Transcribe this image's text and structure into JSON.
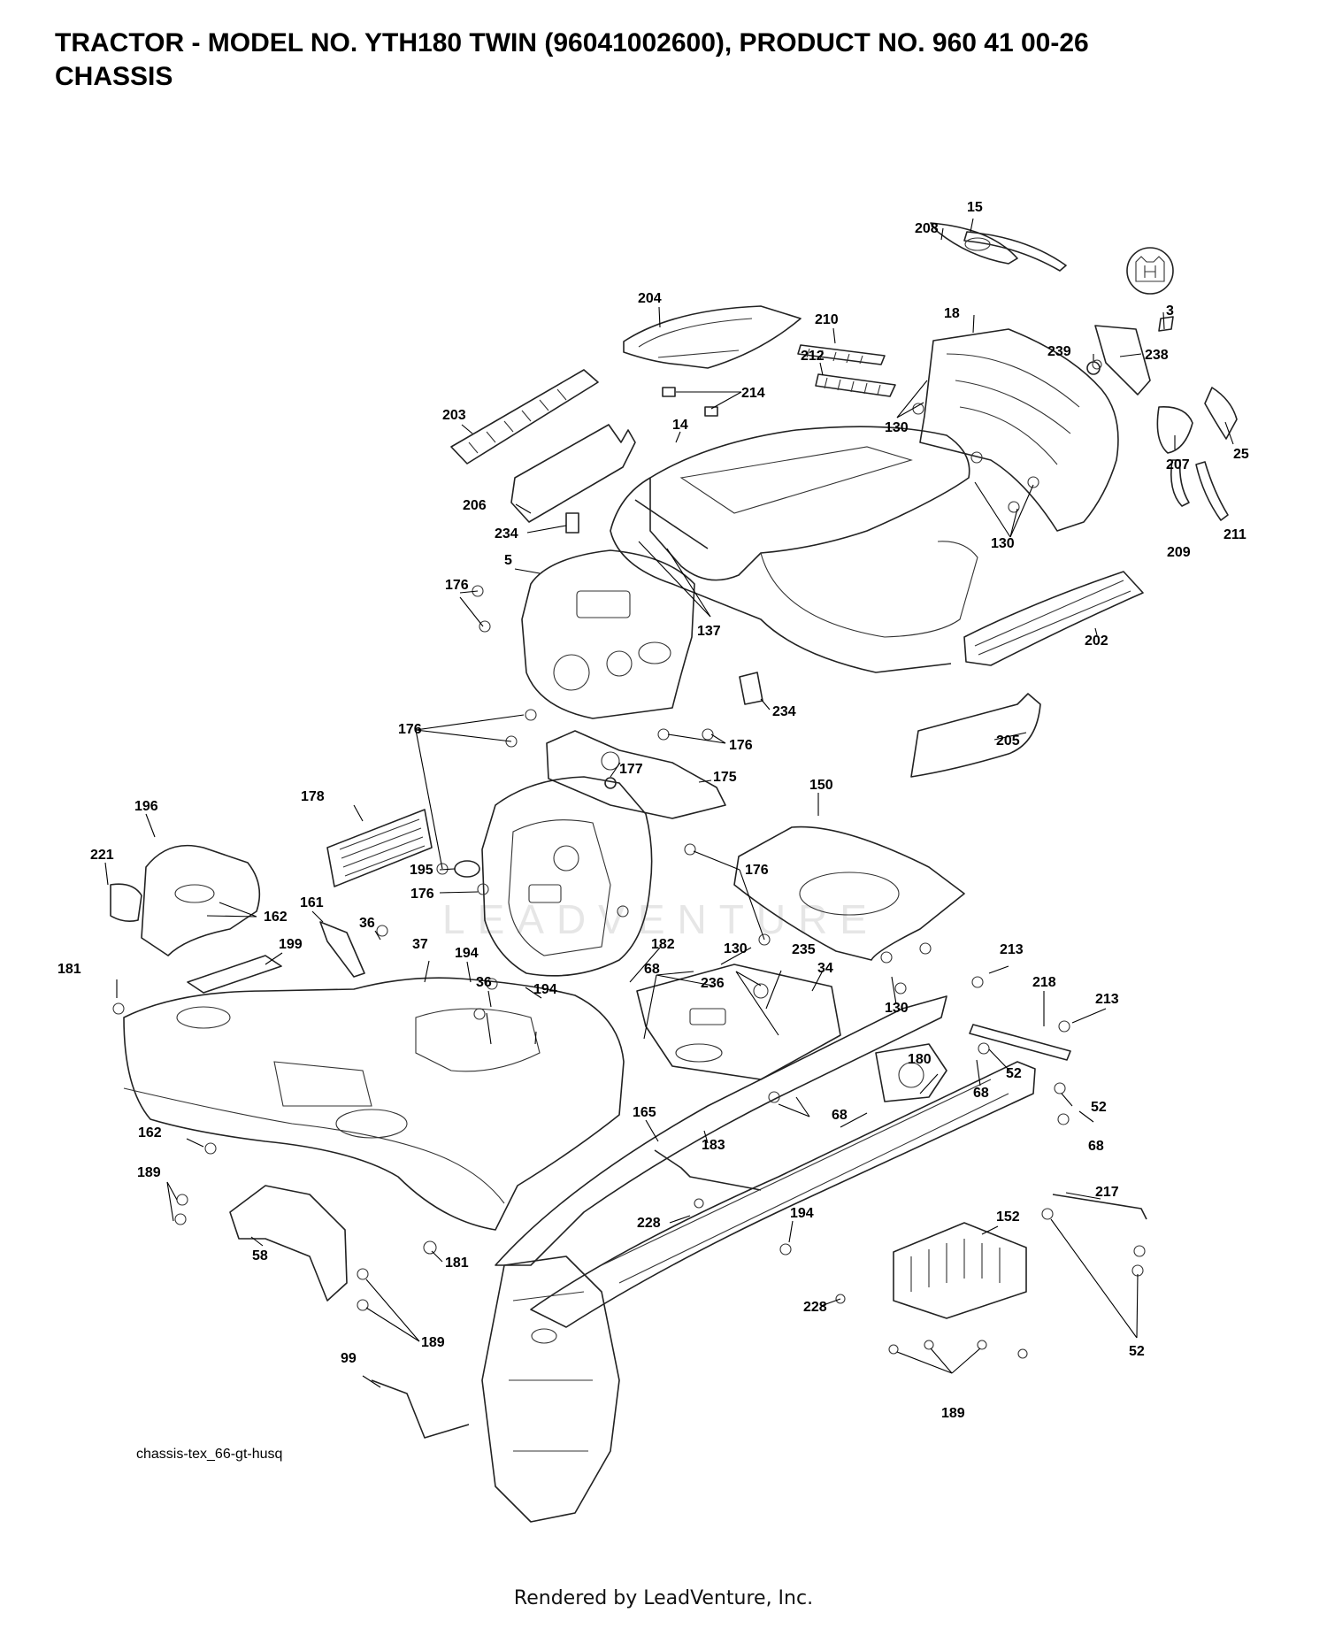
{
  "header": {
    "title_line1": "TRACTOR - MODEL NO. YTH180 TWIN (96041002600), PRODUCT NO. 960 41 00-26",
    "title_line2": "CHASSIS"
  },
  "diagram": {
    "reference": "chassis-tex_66-gt-husq",
    "watermark": "LEADVENTURE",
    "callouts": [
      "15",
      "208",
      "3",
      "204",
      "210",
      "18",
      "239",
      "238",
      "212",
      "214",
      "203",
      "130",
      "14",
      "207",
      "25",
      "206",
      "234",
      "130",
      "209",
      "211",
      "5",
      "176",
      "137",
      "202",
      "234",
      "176",
      "205",
      "176",
      "177",
      "175",
      "150",
      "178",
      "176",
      "196",
      "221",
      "195",
      "176",
      "162",
      "161",
      "36",
      "199",
      "37",
      "194",
      "36",
      "194",
      "182",
      "130",
      "235",
      "68",
      "236",
      "34",
      "130",
      "213",
      "218",
      "213",
      "181",
      "52",
      "68",
      "52",
      "180",
      "165",
      "162",
      "183",
      "68",
      "68",
      "189",
      "228",
      "194",
      "217",
      "58",
      "181",
      "152",
      "189",
      "228",
      "52",
      "99",
      "189"
    ]
  },
  "footer": {
    "rendered_by": "Rendered by LeadVenture, Inc."
  }
}
